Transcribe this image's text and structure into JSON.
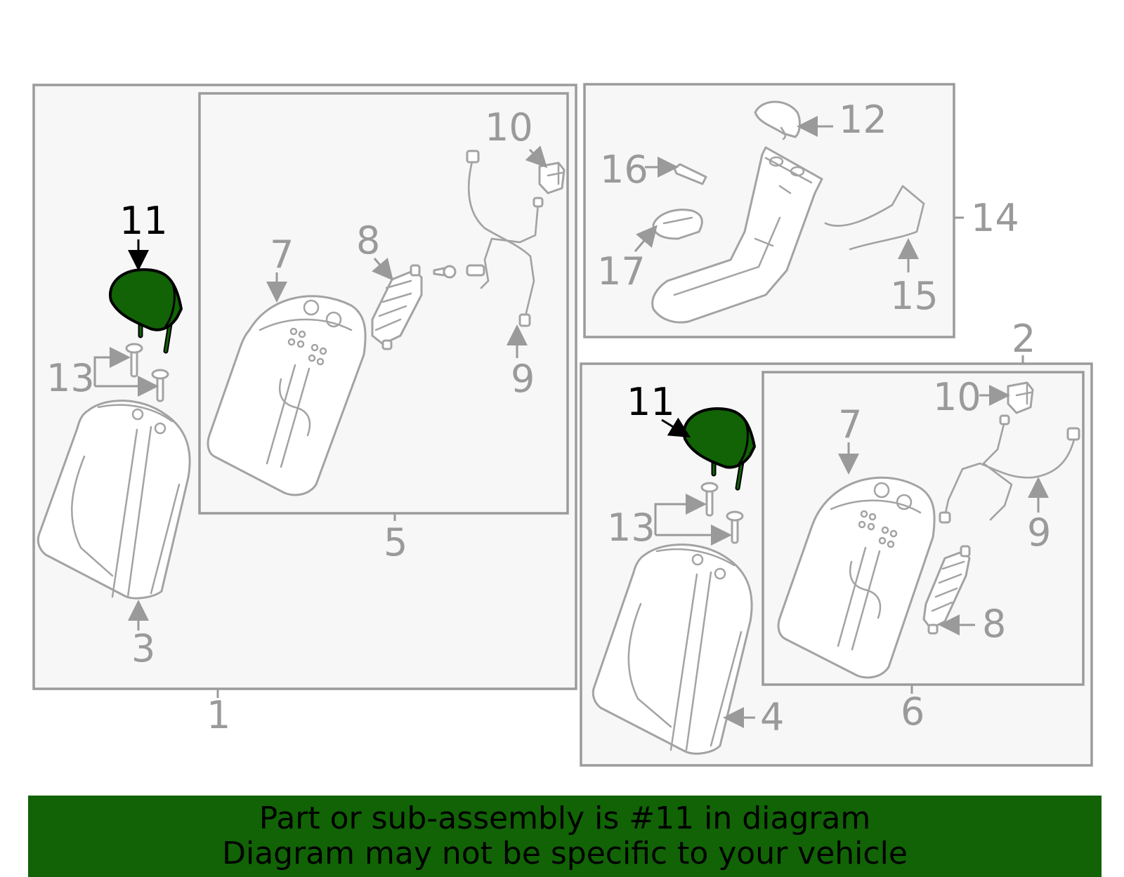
{
  "colors": {
    "highlight_part": "#116306",
    "banner_background": "#116306",
    "callout_gray": "#9a9a9a",
    "frame_stroke": "#9b9b9b",
    "frame_fill": "#f7f7f7"
  },
  "highlighted_callout": "11",
  "callouts": {
    "left_headrest": "11",
    "left_guides": "13",
    "left_back_cover": "3",
    "left_frame_label": "5",
    "left_assembly_label": "1",
    "left_pad": "7",
    "left_airbag": "8",
    "left_harness": "9",
    "left_module": "10",
    "armrest_cover": "12",
    "armrest_part_16": "16",
    "armrest_part_17": "17",
    "armrest_assembly": "14",
    "armrest_cable": "15",
    "right_assembly_label": "2",
    "right_module": "10",
    "right_pad": "7",
    "right_harness": "9",
    "right_airbag": "8",
    "right_frame_label": "6",
    "right_headrest": "11",
    "right_guides": "13",
    "right_back_cover": "4"
  },
  "banner": {
    "line1": "Part or sub-assembly is #11 in diagram",
    "line2": "Diagram may not be specific to your vehicle"
  }
}
